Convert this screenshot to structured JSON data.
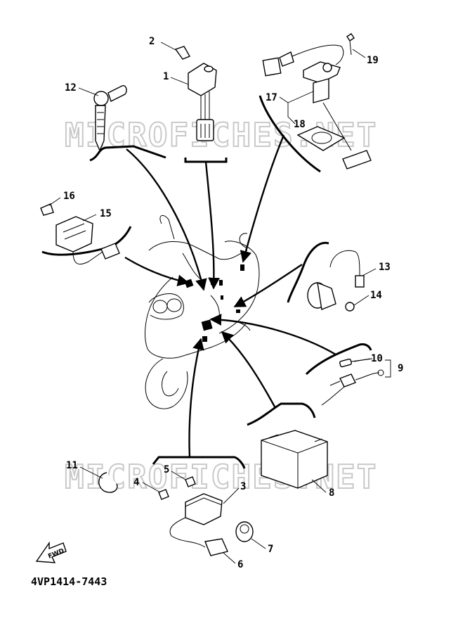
{
  "watermark": {
    "text": "MICROFICHES.NET"
  },
  "diagram_code": "4VP1414-7443",
  "fwd_label": "FWD",
  "parts": [
    {
      "number": "1"
    },
    {
      "number": "2"
    },
    {
      "number": "3"
    },
    {
      "number": "4"
    },
    {
      "number": "5"
    },
    {
      "number": "6"
    },
    {
      "number": "7"
    },
    {
      "number": "8"
    },
    {
      "number": "9"
    },
    {
      "number": "10"
    },
    {
      "number": "11"
    },
    {
      "number": "12"
    },
    {
      "number": "13"
    },
    {
      "number": "14"
    },
    {
      "number": "15"
    },
    {
      "number": "16"
    },
    {
      "number": "17"
    },
    {
      "number": "18"
    },
    {
      "number": "19"
    }
  ]
}
